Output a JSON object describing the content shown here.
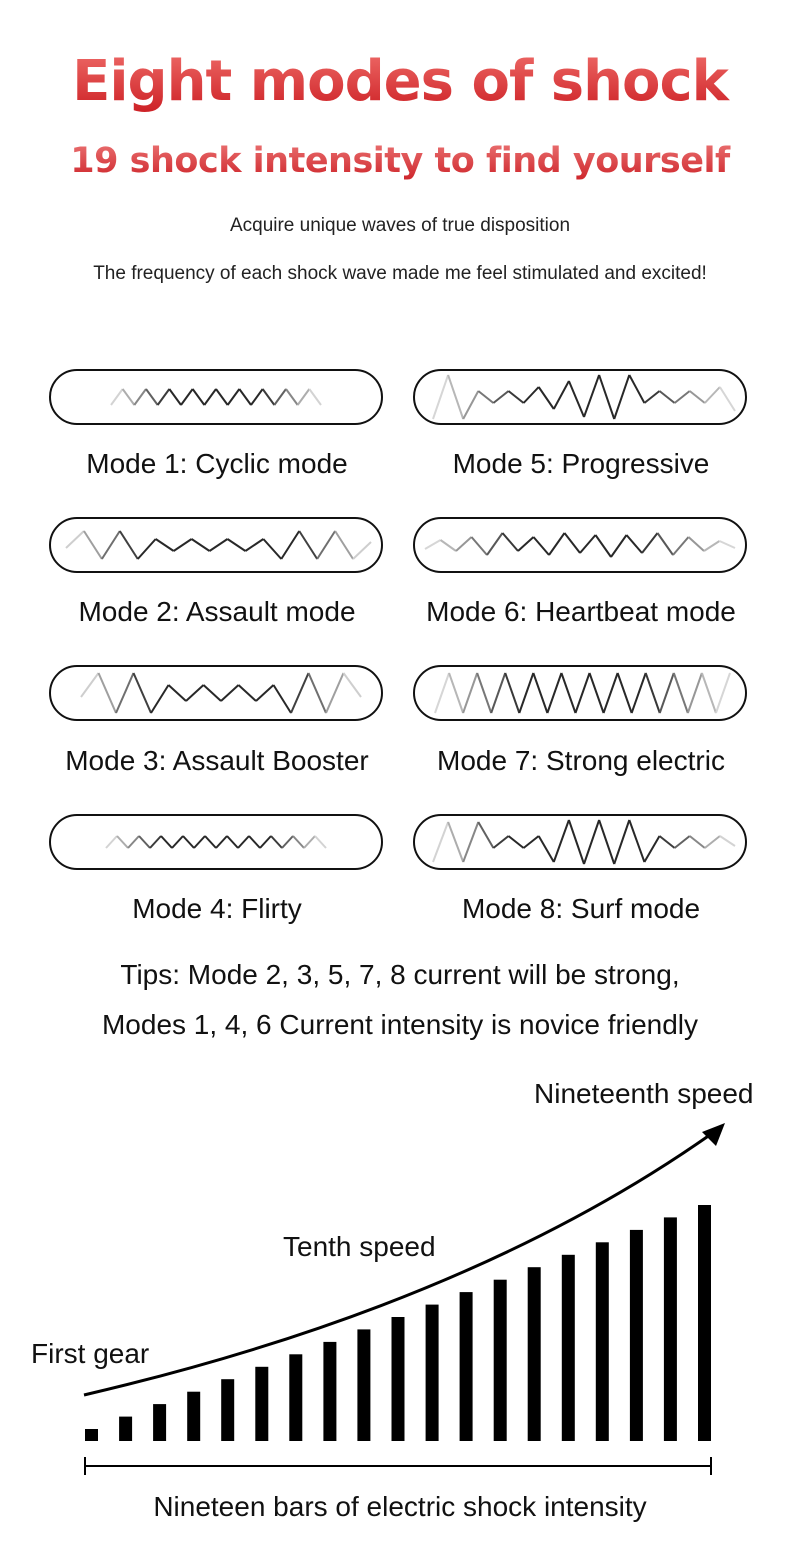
{
  "header": {
    "title": "Eight modes of shock",
    "subtitle": "19 shock intensity to find yourself",
    "desc_line1": "Acquire unique waves of true disposition",
    "desc_line2": "The frequency of each shock wave made me feel stimulated and excited!"
  },
  "modes": [
    {
      "label": "Mode 1: Cyclic mode",
      "wave": "cyclic-wave-icon"
    },
    {
      "label": "Mode 2: Assault mode",
      "wave": "assault-wave-icon"
    },
    {
      "label": "Mode 3: Assault Booster",
      "wave": "assault-booster-wave-icon"
    },
    {
      "label": "Mode 4: Flirty",
      "wave": "flirty-wave-icon"
    },
    {
      "label": "Mode 5: Progressive",
      "wave": "progressive-wave-icon"
    },
    {
      "label": "Mode 6: Heartbeat mode",
      "wave": "heartbeat-wave-icon"
    },
    {
      "label": "Mode 7: Strong electric",
      "wave": "strong-electric-wave-icon"
    },
    {
      "label": "Mode 8: Surf mode",
      "wave": "surf-wave-icon"
    }
  ],
  "tips": {
    "line1": "Tips: Mode 2, 3, 5, 7, 8 current will be strong,",
    "line2": "Modes 1, 4, 6 Current intensity is novice friendly"
  },
  "intensity": {
    "first_label": "First gear",
    "tenth_label": "Tenth speed",
    "nineteenth_label": "Nineteenth speed",
    "axis_label": "Nineteen bars of electric shock intensity",
    "levels": [
      1,
      2,
      3,
      4,
      5,
      6,
      7,
      8,
      9,
      10,
      11,
      12,
      13,
      14,
      15,
      16,
      17,
      18,
      19
    ]
  },
  "colors": {
    "title_top": "#f2736f",
    "title_bottom": "#c8161c",
    "wave_dark": "#222222",
    "wave_light": "#dddddd"
  }
}
